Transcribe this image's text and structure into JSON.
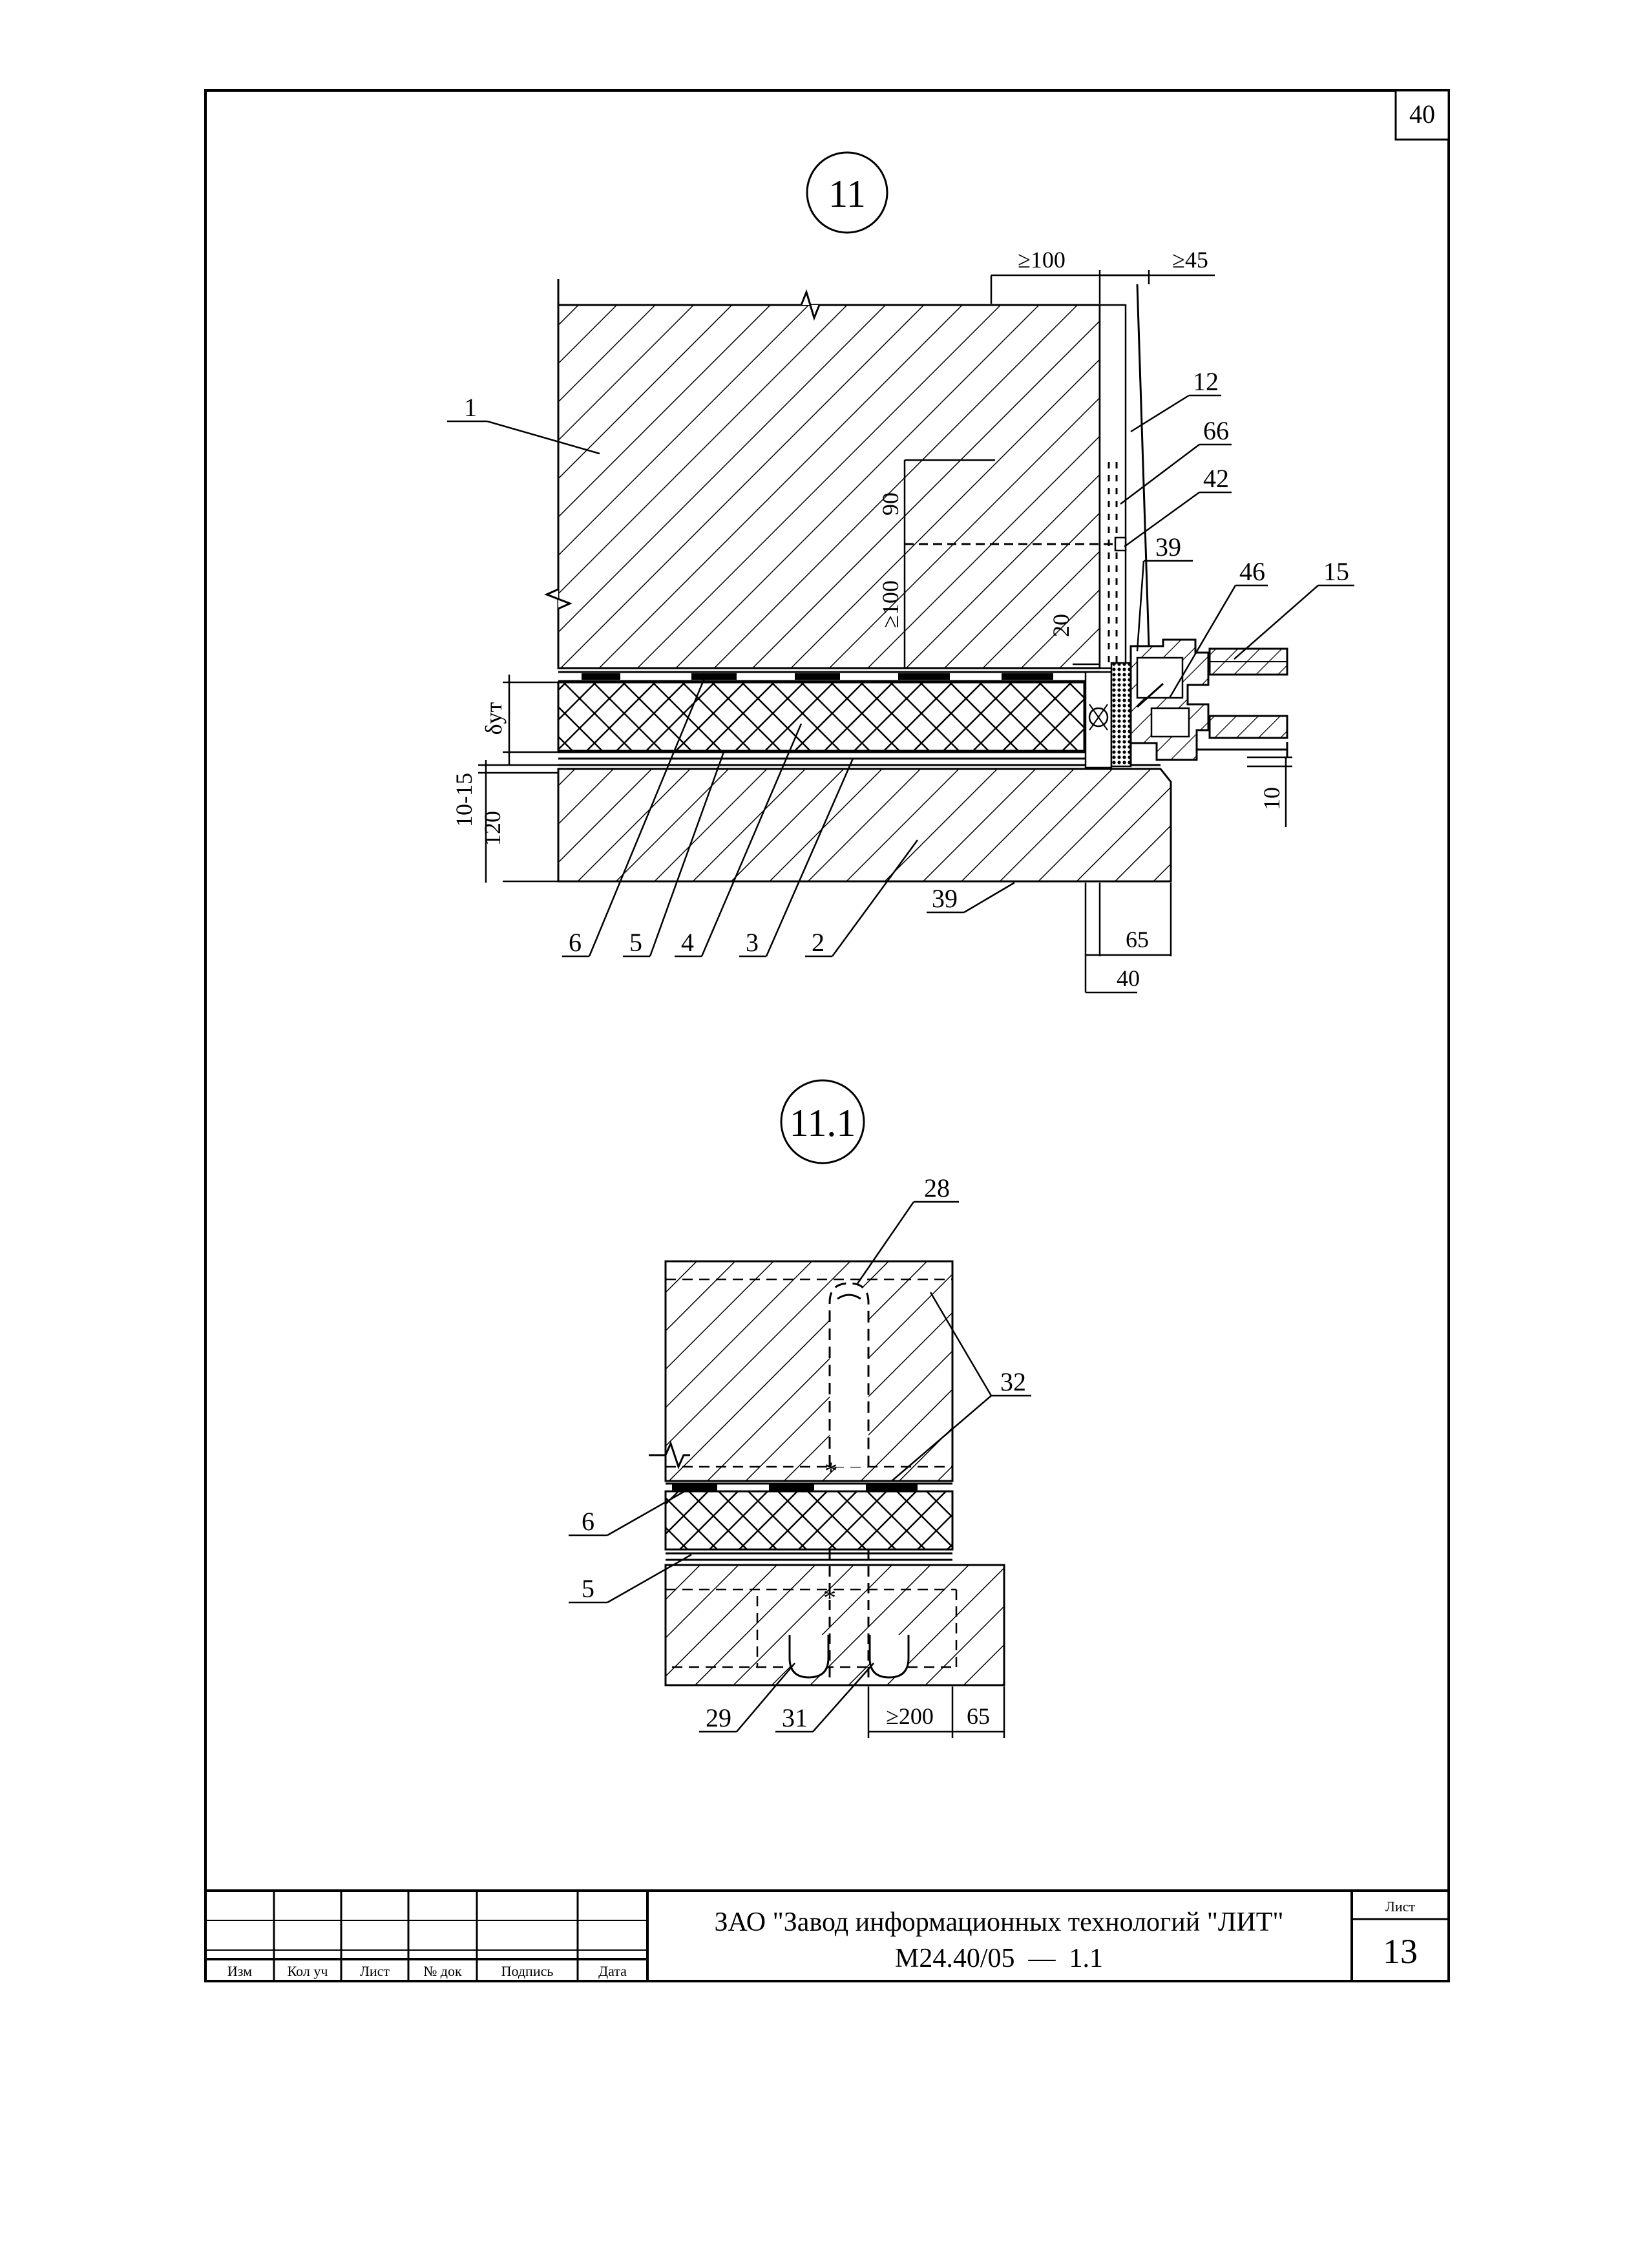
{
  "page_number_box": "40",
  "detail_1": {
    "title": "11",
    "dims": {
      "top_ge_100": "≥100",
      "top_ge_45": "≥45",
      "d90": "90",
      "d100": "≥100",
      "d20": "20",
      "delta_ut": "δут",
      "d10_15": "10-15",
      "d120": "120",
      "d10": "10",
      "d65": "65",
      "d40": "40"
    },
    "callouts": {
      "c1": "1",
      "c12": "12",
      "c66": "66",
      "c42": "42",
      "c39_top": "39",
      "c46": "46",
      "c15": "15",
      "c39_bottom": "39",
      "c6": "6",
      "c5": "5",
      "c4": "4",
      "c3": "3",
      "c2": "2"
    }
  },
  "detail_2": {
    "title": "11.1",
    "dims": {
      "d200": "≥200",
      "d65": "65"
    },
    "callouts": {
      "c28": "28",
      "c32": "32",
      "c6": "6",
      "c5": "5",
      "c29": "29",
      "c31": "31"
    }
  },
  "title_block": {
    "headers": [
      "Изм",
      "Кол уч",
      "Лист",
      "№ док",
      "Подпись",
      "Дата"
    ],
    "company": "ЗАО \"Завод информационных технологий \"ЛИТ\"",
    "doc_code": "М24.40/05  —  1.1",
    "sheet_label": "Лист",
    "sheet_number": "13"
  }
}
